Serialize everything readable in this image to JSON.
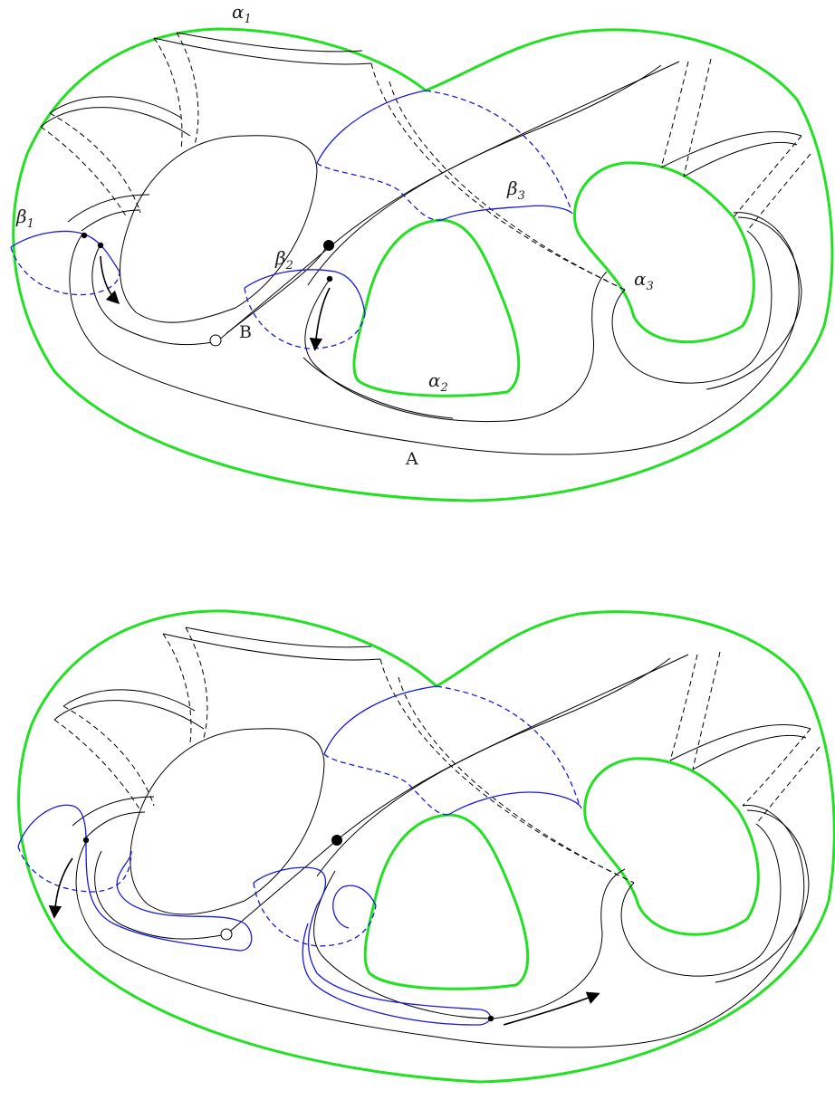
{
  "top_panel": {
    "labels": {
      "alpha1": {
        "sym": "α",
        "sub": "1"
      },
      "alpha2": {
        "sym": "α",
        "sub": "2"
      },
      "alpha3": {
        "sym": "α",
        "sub": "3"
      },
      "beta1": {
        "sym": "β",
        "sub": "1"
      },
      "beta2": {
        "sym": "β",
        "sub": "2"
      },
      "beta3": {
        "sym": "β",
        "sub": "3"
      },
      "point_a": "A",
      "point_b": "B"
    }
  },
  "colors": {
    "alpha_curves": "#22e022",
    "beta_curves": "#1a1adb",
    "strands": "#000000"
  }
}
